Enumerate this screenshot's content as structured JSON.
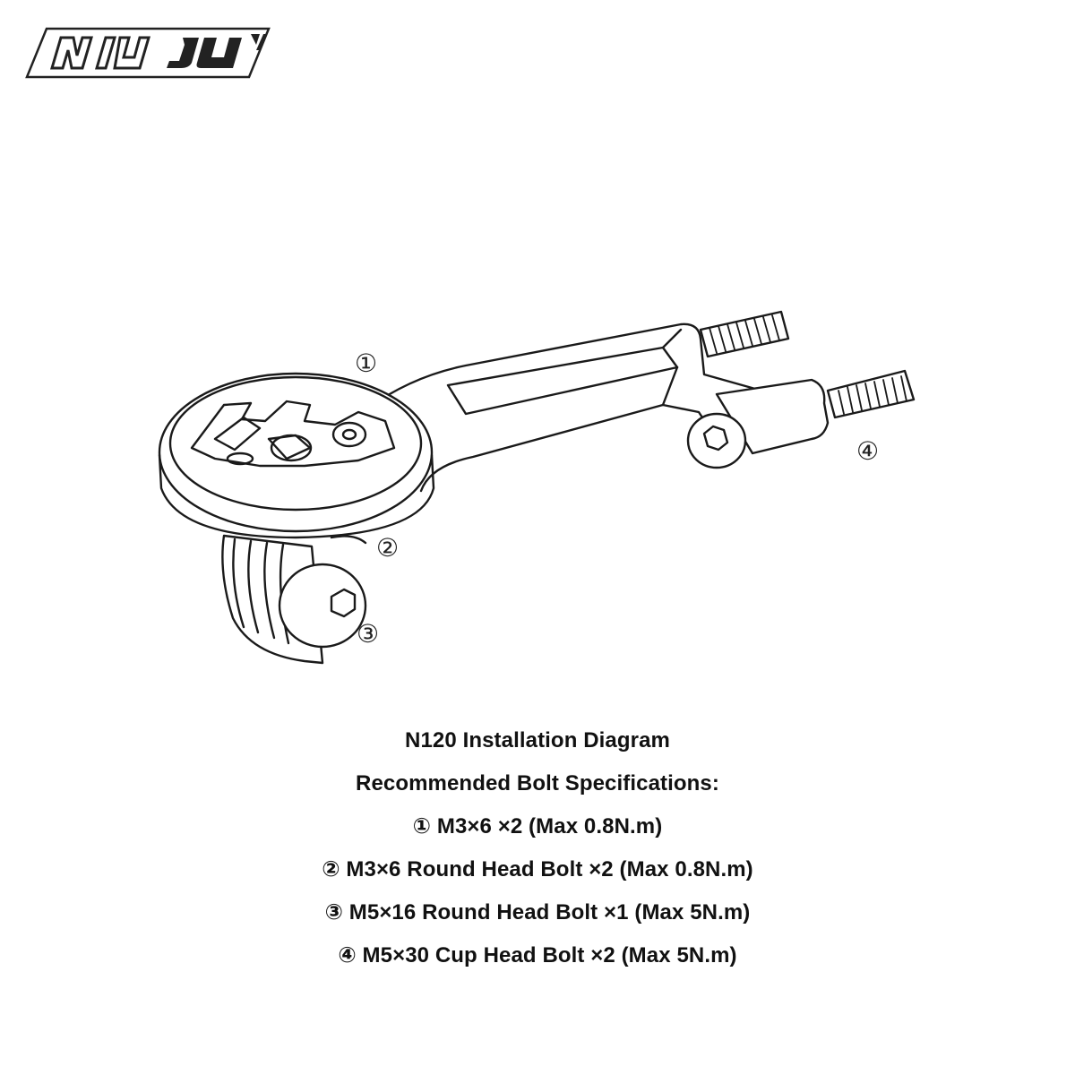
{
  "brand": {
    "logo_text": "NIU JU",
    "color": "#222222"
  },
  "callouts": [
    {
      "id": "1",
      "glyph": "①"
    },
    {
      "id": "2",
      "glyph": "②"
    },
    {
      "id": "3",
      "glyph": "③"
    },
    {
      "id": "4",
      "glyph": "④"
    }
  ],
  "specs": {
    "title": "N120 Installation Diagram",
    "subtitle": "Recommended Bolt Specifications:",
    "lines": [
      "① M3×6 ×2 (Max 0.8N.m)",
      "② M3×6 Round Head Bolt ×2 (Max 0.8N.m)",
      "③ M5×16 Round Head Bolt ×1 (Max 5N.m)",
      "④ M5×30 Cup Head Bolt ×2 (Max 5N.m)"
    ]
  }
}
